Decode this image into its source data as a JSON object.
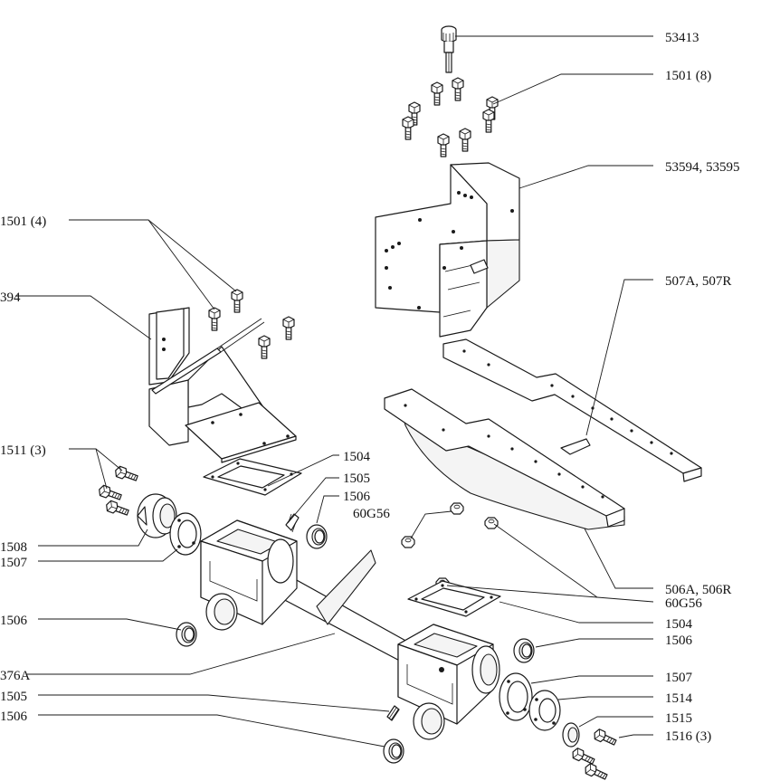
{
  "callouts": {
    "c53413": "53413",
    "c1501_8": "1501 (8)",
    "c53594": "53594, 53595",
    "c1501_4": "1501 (4)",
    "c394": "394",
    "c507": "507A, 507R",
    "c1511": "1511 (3)",
    "c1504_top": "1504",
    "c1505_top": "1505",
    "c1506_top": "1506",
    "c60G56_left": "60G56",
    "c1508": "1508",
    "c1507_left": "1507",
    "c1506_left": "1506",
    "c506": "506A, 506R",
    "c60G56_right": "60G56",
    "c1504_right": "1504",
    "c1506_right": "1506",
    "c376A": "376A",
    "c1507_right": "1507",
    "c1505_bottom": "1505",
    "c1514": "1514",
    "c1506_bottom": "1506",
    "c1515": "1515",
    "c1516": "1516 (3)"
  },
  "icons": {
    "bolt": "hex-bolt-icon",
    "nut": "hex-nut-icon",
    "seal": "seal-ring-icon",
    "flange": "bearing-flange-icon"
  }
}
